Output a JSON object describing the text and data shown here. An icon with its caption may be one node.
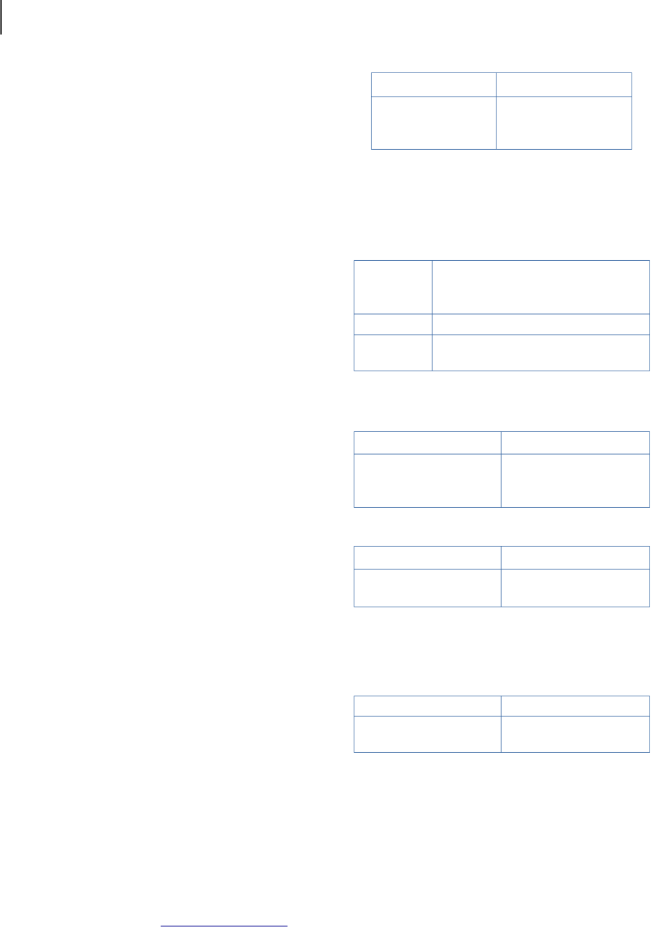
{
  "diagram": {
    "nodes": [
      {
        "text": [],
        "shape": "table"
      },
      {
        "text": [],
        "shape": "table"
      },
      {
        "text": [],
        "shape": "table"
      },
      {
        "text": [],
        "shape": "table"
      },
      {
        "text": [],
        "shape": "table"
      }
    ]
  }
}
